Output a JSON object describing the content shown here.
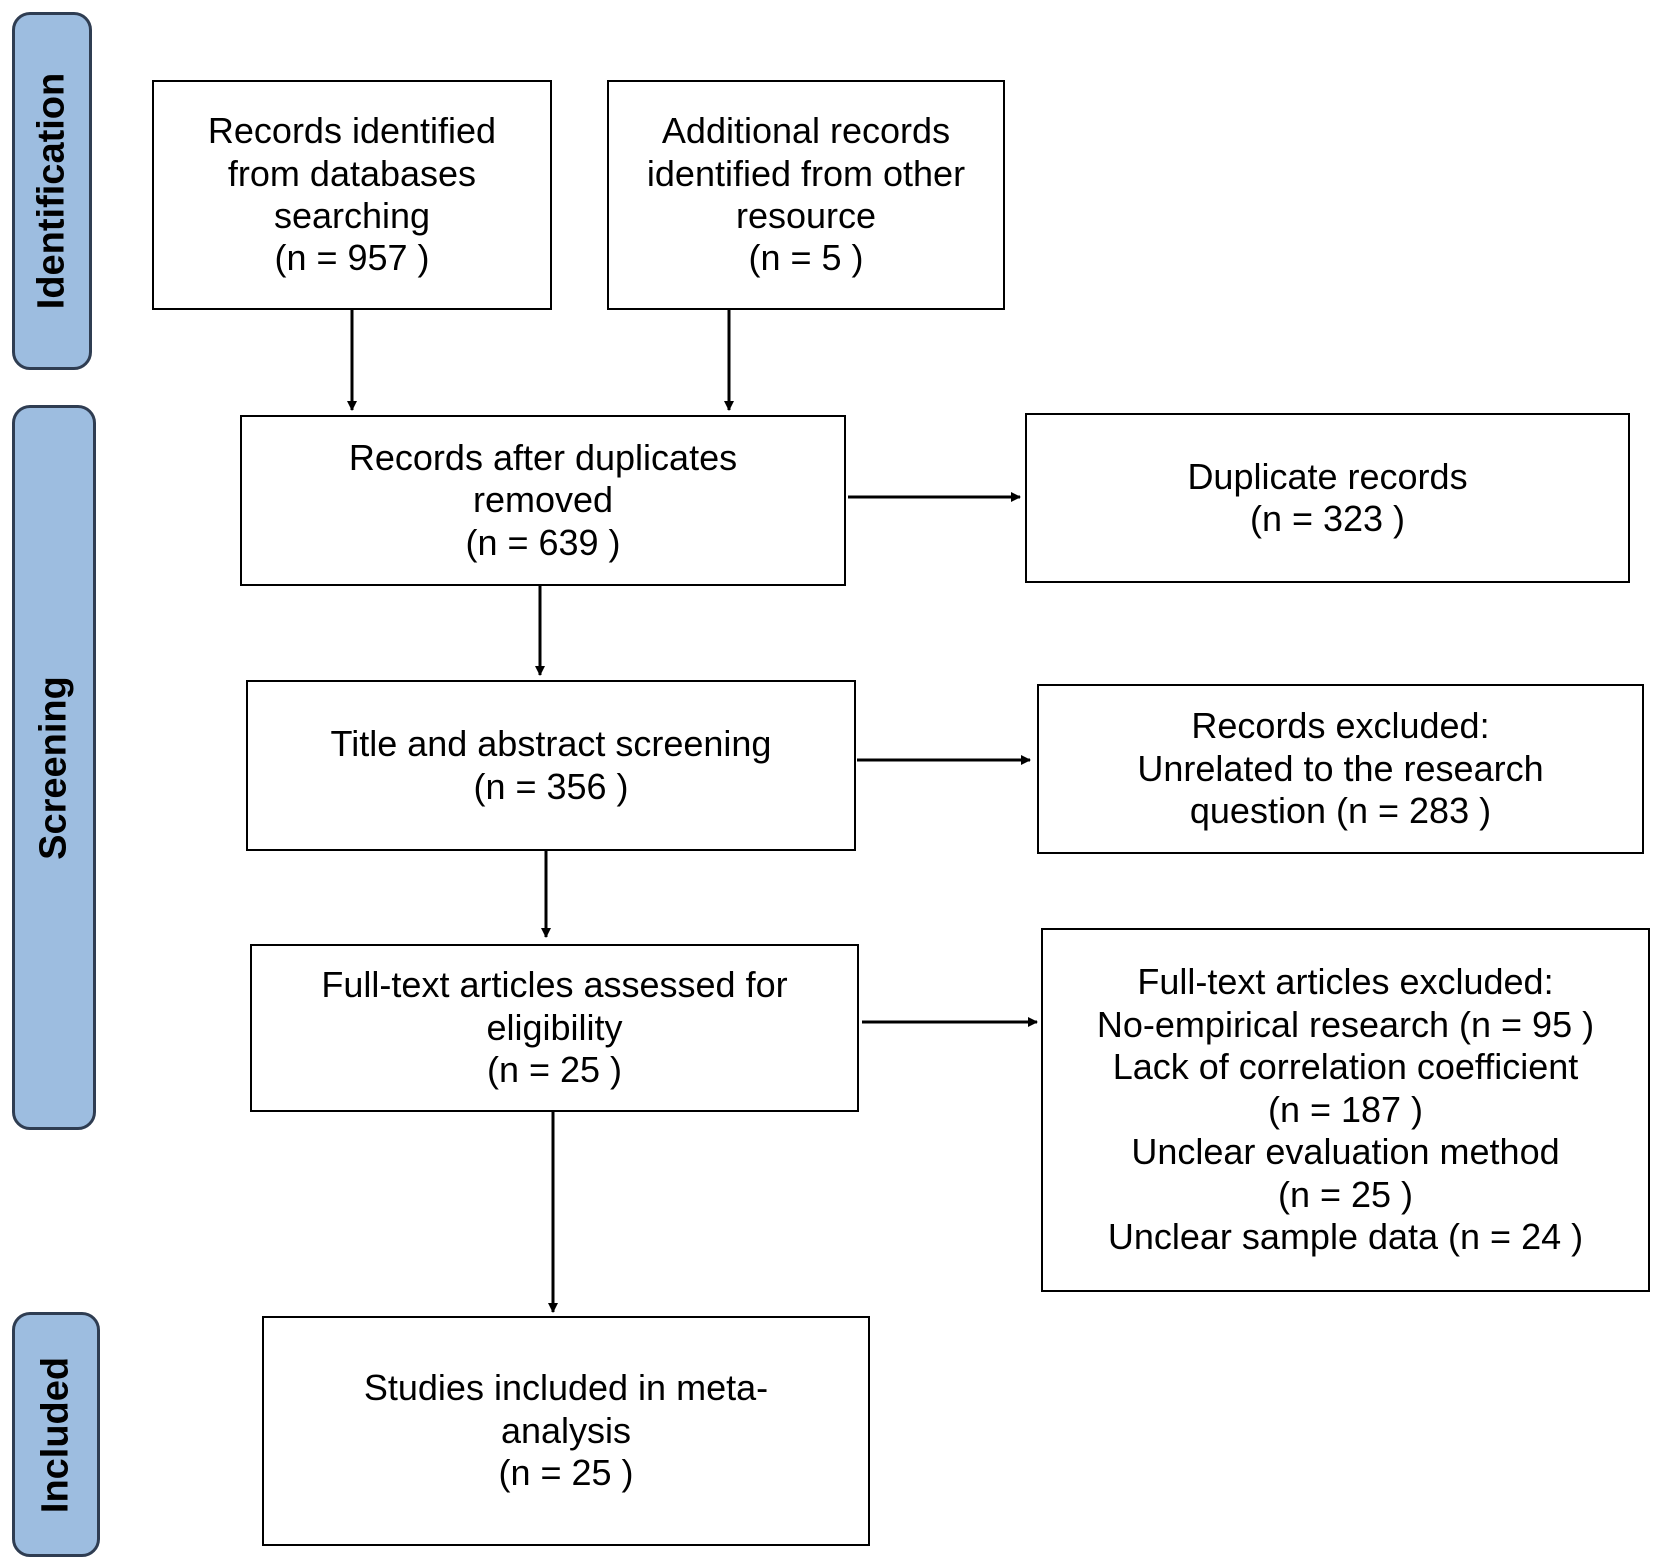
{
  "phases": {
    "identification": "Identification",
    "screening": "Screening",
    "included": "Included"
  },
  "boxes": {
    "db_records": [
      "Records identified",
      "from databases",
      "searching",
      "(n = 957 )"
    ],
    "other_records": [
      "Additional records",
      "identified from other",
      "resource",
      "(n = 5 )"
    ],
    "after_duplicates": [
      "Records after duplicates",
      "removed",
      "(n = 639 )"
    ],
    "duplicates": [
      "Duplicate records",
      "(n = 323 )"
    ],
    "title_abstract": [
      "Title and abstract screening",
      "(n = 356 )"
    ],
    "records_excluded": [
      "Records excluded:",
      "Unrelated to the research",
      "question (n = 283 )"
    ],
    "full_text": [
      "Full-text articles assessed for",
      "eligibility",
      "(n = 25 )"
    ],
    "full_text_excluded": [
      "Full-text articles excluded:",
      "No-empirical research (n = 95 )",
      "Lack of correlation coefficient",
      "(n = 187 )",
      "Unclear evaluation method",
      "(n = 25 )",
      "Unclear sample data (n = 24 )"
    ],
    "included_studies": [
      "Studies included in meta-",
      "analysis",
      "(n = 25 )"
    ]
  }
}
